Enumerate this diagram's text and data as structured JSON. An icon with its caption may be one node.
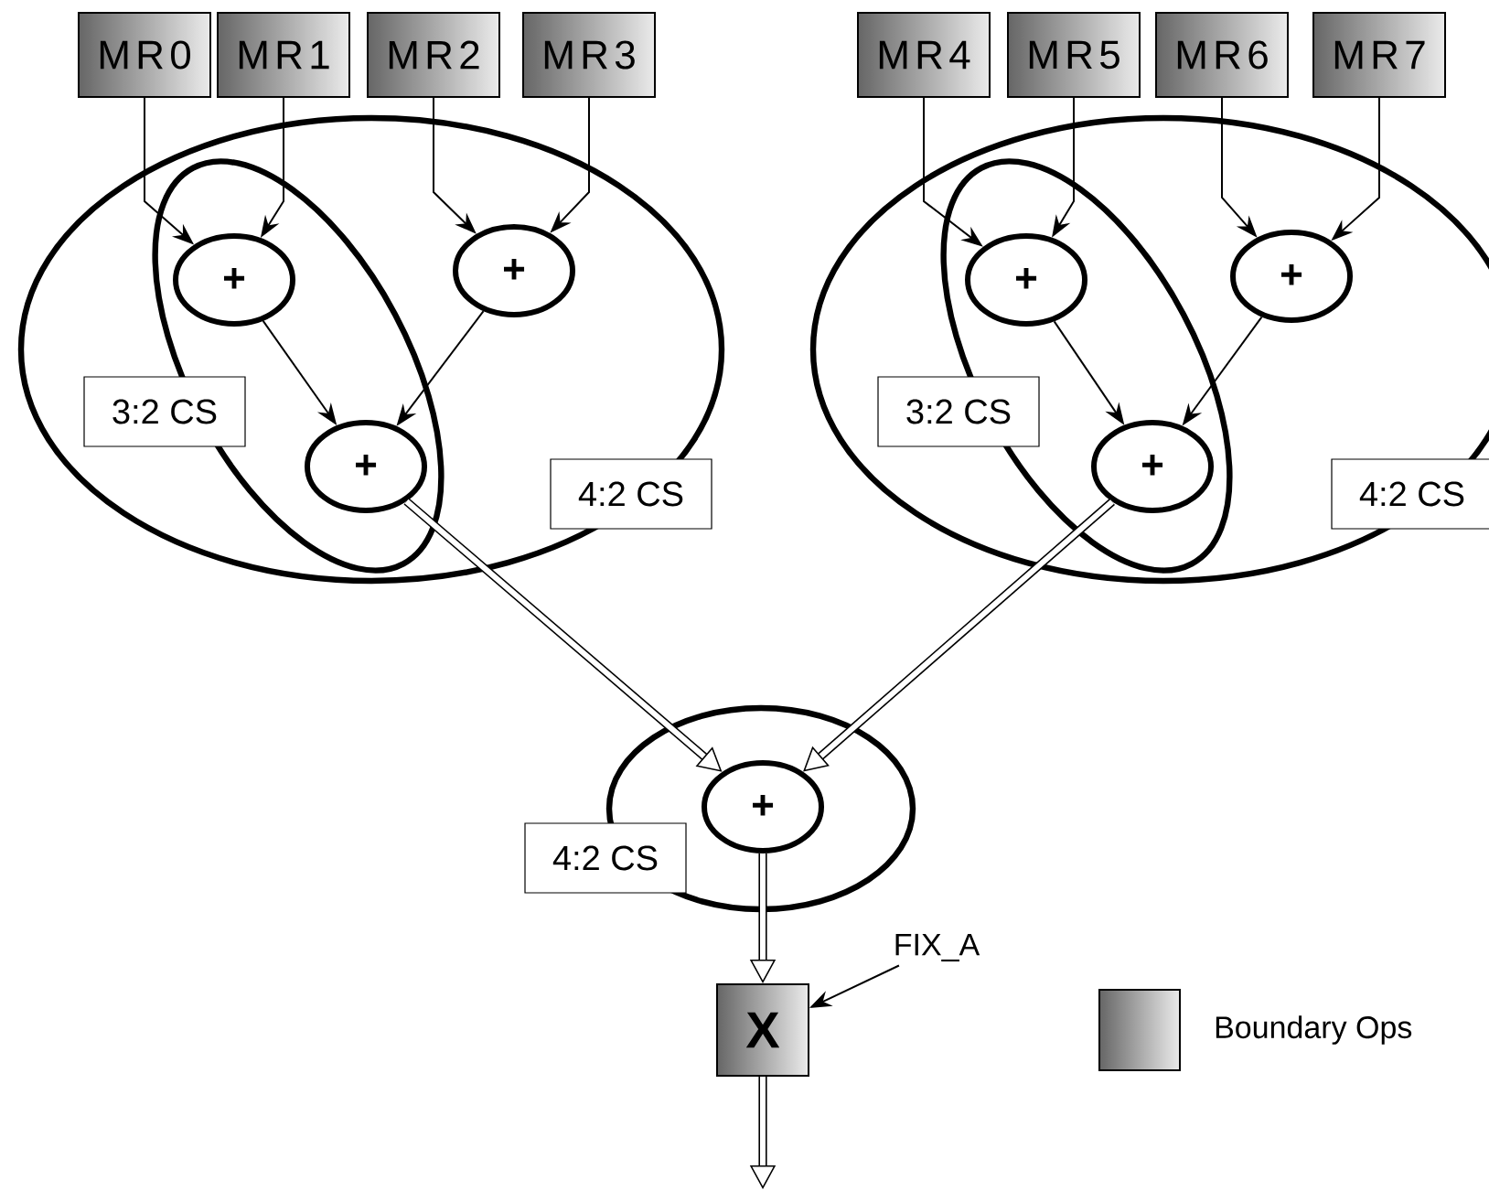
{
  "diagram": {
    "nodes": [
      {
        "text": [
          "MR0"
        ]
      },
      {
        "text": [
          "MR1"
        ]
      },
      {
        "text": [
          "MR2"
        ]
      },
      {
        "text": [
          "MR3"
        ]
      },
      {
        "text": [
          "MR4"
        ]
      },
      {
        "text": [
          "MR5"
        ]
      },
      {
        "text": [
          "MR6"
        ]
      },
      {
        "text": [
          "MR7"
        ]
      },
      {
        "text": [
          "4:2 CS"
        ]
      },
      {
        "text": [
          "3:2 CS"
        ],
        "in": 8
      },
      {
        "text": [
          "+"
        ],
        "in": 9
      },
      {
        "text": [
          "+"
        ],
        "in": 8
      },
      {
        "text": [
          "+"
        ],
        "in": 9
      },
      {
        "text": [
          "4:2 CS"
        ]
      },
      {
        "text": [
          "3:2 CS"
        ],
        "in": 13
      },
      {
        "text": [
          "+"
        ],
        "in": 14
      },
      {
        "text": [
          "+"
        ],
        "in": 13
      },
      {
        "text": [
          "+"
        ],
        "in": 14
      },
      {
        "text": [
          "4:2 CS"
        ]
      },
      {
        "text": [
          "+"
        ],
        "in": 18
      },
      {
        "text": [
          "X"
        ]
      },
      {
        "text": [
          "FIX_A"
        ]
      }
    ],
    "edges": [
      {
        "from": 0,
        "to": 10,
        "arrow": "to"
      },
      {
        "from": 1,
        "to": 10,
        "arrow": "to"
      },
      {
        "from": 2,
        "to": 11,
        "arrow": "to"
      },
      {
        "from": 3,
        "to": 11,
        "arrow": "to"
      },
      {
        "from": 10,
        "to": 12,
        "arrow": "to"
      },
      {
        "from": 11,
        "to": 12,
        "arrow": "to"
      },
      {
        "from": 4,
        "to": 15,
        "arrow": "to"
      },
      {
        "from": 5,
        "to": 15,
        "arrow": "to"
      },
      {
        "from": 6,
        "to": 16,
        "arrow": "to"
      },
      {
        "from": 7,
        "to": 16,
        "arrow": "to"
      },
      {
        "from": 15,
        "to": 17,
        "arrow": "to"
      },
      {
        "from": 16,
        "to": 17,
        "arrow": "to"
      },
      {
        "from": 12,
        "to": 19,
        "arrow": "to",
        "style": "thick"
      },
      {
        "from": 17,
        "to": 19,
        "arrow": "to",
        "style": "thick"
      },
      {
        "from": 19,
        "to": 20,
        "arrow": "to",
        "style": "thick"
      },
      {
        "from": 20,
        "to": null,
        "arrow": "to",
        "style": "thick"
      },
      {
        "from": 21,
        "to": 20,
        "arrow": "to"
      }
    ],
    "legend": [
      {
        "text": "Boundary Ops"
      }
    ]
  }
}
